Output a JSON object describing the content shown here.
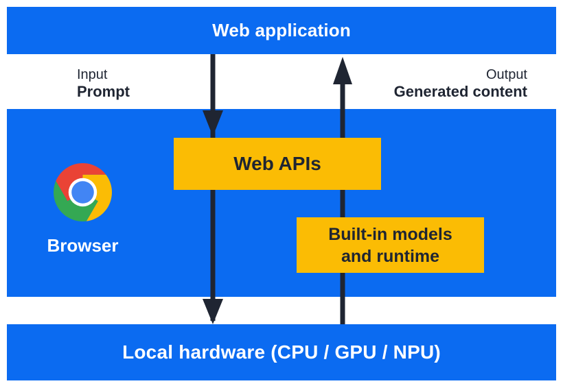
{
  "title_bar": {
    "label": "Web application"
  },
  "io_labels": {
    "input_caption": "Input",
    "input_value": "Prompt",
    "output_caption": "Output",
    "output_value": "Generated content"
  },
  "browser": {
    "label": "Browser",
    "icon": "chrome-icon"
  },
  "web_apis_box": {
    "label": "Web APIs"
  },
  "models_box": {
    "label": "Built-in models\nand runtime"
  },
  "hardware_bar": {
    "label": "Local hardware (CPU / GPU / NPU)"
  },
  "arrows": {
    "down_flow": "web-application-to-local-hardware",
    "up_flow": "local-hardware-to-web-application"
  },
  "colors": {
    "band_blue": "#0b6bf1",
    "box_yellow": "#fbbc04",
    "dark_navy": "#1f2532",
    "white": "#ffffff",
    "chrome_red": "#ea4335",
    "chrome_yellow": "#fbbc05",
    "chrome_green": "#34a853",
    "chrome_blue": "#4285f4"
  }
}
